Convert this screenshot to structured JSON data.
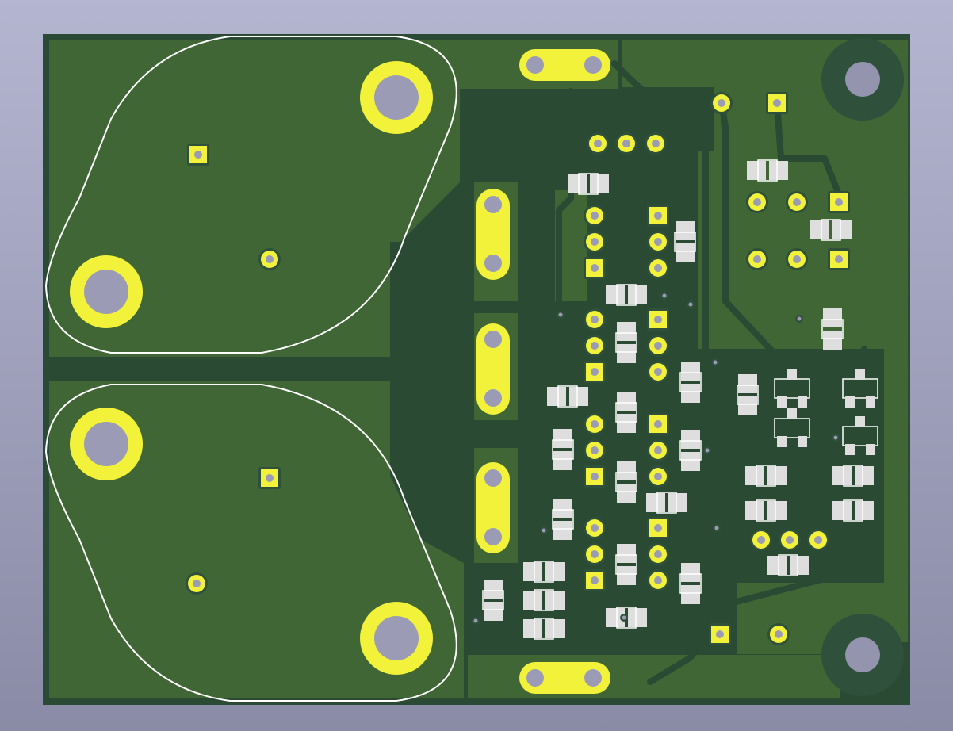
{
  "colors": {
    "background_top": "#b4b5d0",
    "background_bottom": "#8a8ba6",
    "board_edge": "#2a4a34",
    "copper_pour": "#3f6634",
    "dark_trace": "#24432f",
    "pad_gold": "#f2f23a",
    "pad_ring_edge": "#d8d820",
    "drill_hole": "#9b9bb6",
    "smd_pad": "#dedede",
    "silkscreen": "#ffffff",
    "mount_hole_ring": "#2f503a",
    "mount_hole": "#9494ae"
  },
  "components": {
    "power_transistors": [
      "to3-upper",
      "to3-lower"
    ],
    "power_transistor_count": 2
  }
}
